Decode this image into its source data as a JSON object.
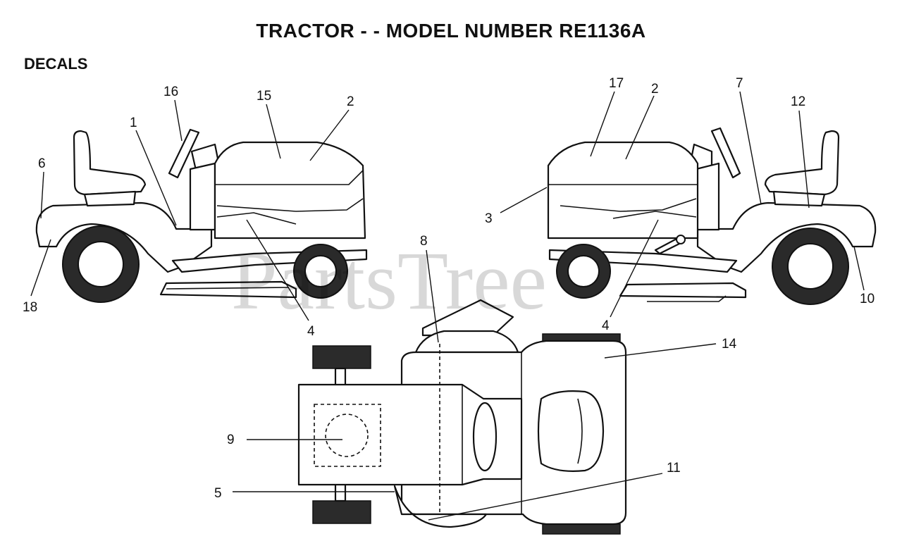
{
  "title": "TRACTOR - - MODEL NUMBER RE1136A",
  "section": "DECALS",
  "watermark": "PartsTree",
  "callouts": {
    "c16": "16",
    "c15": "15",
    "c2_left": "2",
    "c1": "1",
    "c6": "6",
    "c18": "18",
    "c4_left": "4",
    "c17": "17",
    "c2_right": "2",
    "c7": "7",
    "c12": "12",
    "c3": "3",
    "c4_right": "4",
    "c10": "10",
    "c8": "8",
    "c14": "14",
    "c9": "9",
    "c5": "5",
    "c11": "11"
  }
}
